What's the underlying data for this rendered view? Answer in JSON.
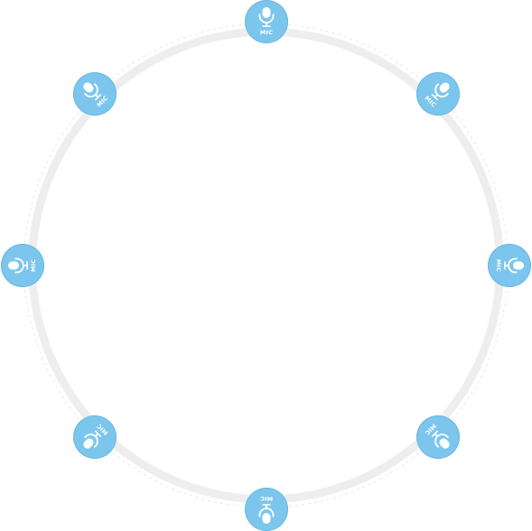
{
  "diagram": {
    "ring_color": "#eeeeee",
    "dashed_ring_color": "#e6e6e6",
    "node_color": "#7cc6ee",
    "icon_color": "#ffffff",
    "nodes": [
      {
        "id": "top",
        "label": "MIC",
        "icon": "microphone-icon"
      },
      {
        "id": "top-right",
        "label": "MIC",
        "icon": "microphone-icon"
      },
      {
        "id": "right",
        "label": "MIC",
        "icon": "microphone-icon"
      },
      {
        "id": "bottom-right",
        "label": "MIC",
        "icon": "microphone-icon"
      },
      {
        "id": "bottom",
        "label": "MIC",
        "icon": "microphone-icon"
      },
      {
        "id": "bottom-left",
        "label": "MIC",
        "icon": "microphone-icon"
      },
      {
        "id": "left",
        "label": "MIC",
        "icon": "microphone-icon"
      },
      {
        "id": "top-left",
        "label": "MIC",
        "icon": "microphone-icon"
      }
    ]
  }
}
